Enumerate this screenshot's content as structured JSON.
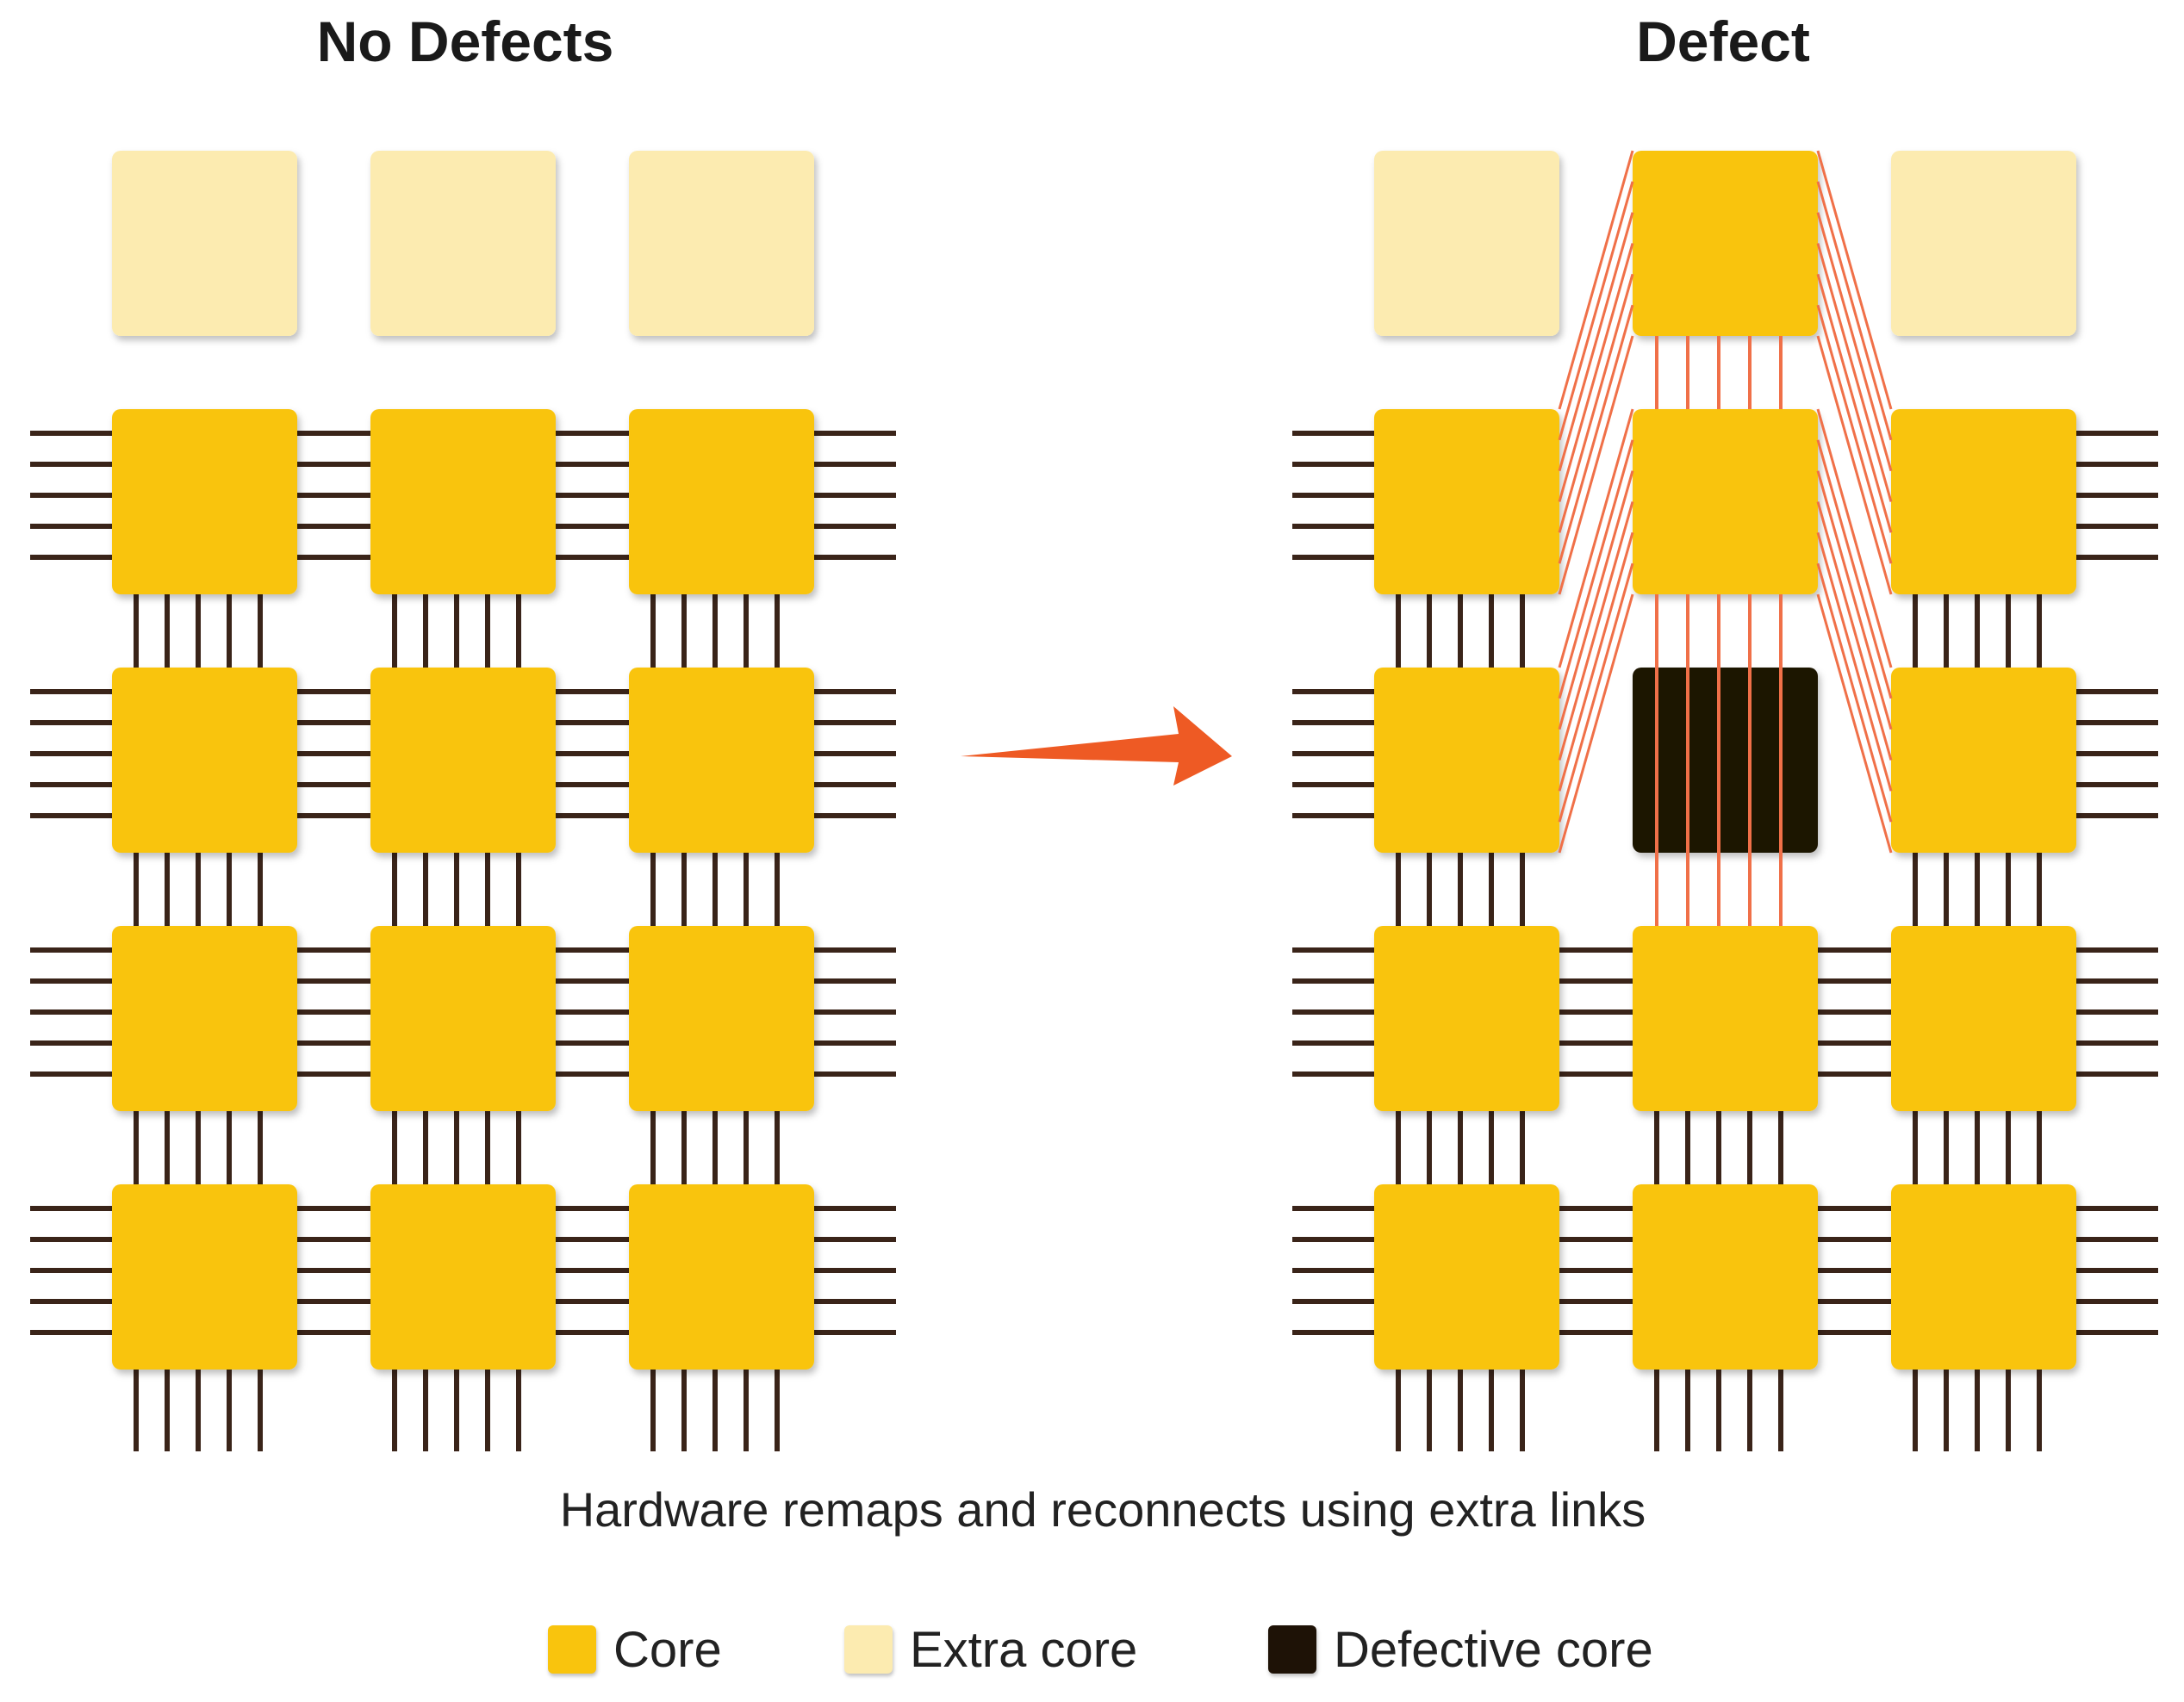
{
  "titles": {
    "left": "No Defects",
    "right": "Defect"
  },
  "caption": "Hardware remaps and reconnects using extra links",
  "legend": [
    {
      "label": "Core",
      "color": "#F9C40D"
    },
    {
      "label": "Extra core",
      "color": "#FCEBB0"
    },
    {
      "label": "Defective core",
      "color": "#1E1206"
    }
  ],
  "colors": {
    "core": "#F9C40D",
    "extra": "#FCEBB0",
    "defective": "#1E1206",
    "wire": "#3A2419",
    "reroute": "#F07048",
    "arrow": "#EE5A24"
  },
  "grid": {
    "rows": 4,
    "cols": 3,
    "spare_row": 1,
    "defective_cell_right": [
      1,
      1
    ]
  }
}
